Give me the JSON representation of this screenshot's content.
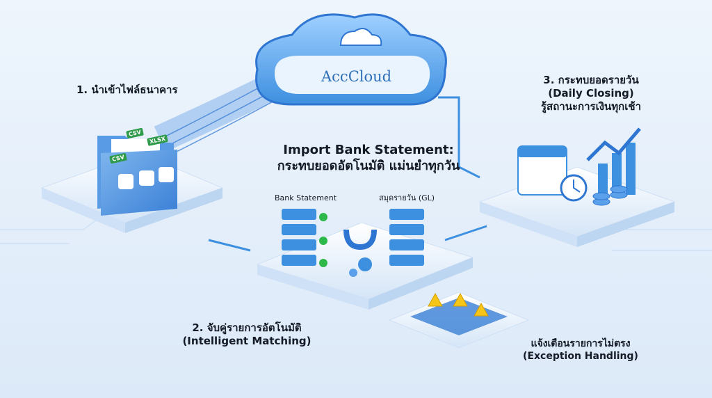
{
  "brand": {
    "name": "AccCloud"
  },
  "headline": {
    "line1": "Import Bank Statement:",
    "line2": "กระทบยอดอัตโนมัติ แม่นยำทุกวัน"
  },
  "step1": {
    "title": "1. นำเข้าไฟล์ธนาคาร",
    "file_tags": [
      "CSV",
      "XLSX",
      "CSV"
    ]
  },
  "step2": {
    "title": "2. จับคู่รายการอัตโนมัติ",
    "subtitle": "(Intelligent Matching)",
    "left_column": "Bank Statement",
    "right_column": "สมุดรายวัน (GL)"
  },
  "step3": {
    "title": "3. กระทบยอดรายวัน",
    "subtitle": "(Daily Closing)",
    "note": "รู้สถานะการเงินทุกเช้า"
  },
  "exception": {
    "title": "แจ้งเตือนรายการไม่ตรง",
    "subtitle": "(Exception Handling)"
  },
  "colors": {
    "accent": "#3d8fe0",
    "success": "#2eb84a",
    "warning": "#f5c518",
    "platform": "#f4f8fd"
  }
}
